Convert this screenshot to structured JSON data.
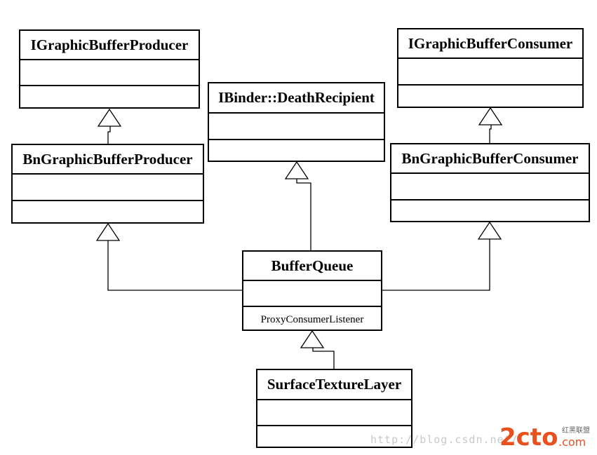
{
  "classes": {
    "igraphic_buffer_producer": {
      "name": "IGraphicBufferProducer"
    },
    "bn_graphic_buffer_producer": {
      "name": "BnGraphicBufferProducer"
    },
    "ibinder_death_recipient": {
      "name": "IBinder::DeathRecipient"
    },
    "igraphic_buffer_consumer": {
      "name": "IGraphicBufferConsumer"
    },
    "bn_graphic_buffer_consumer": {
      "name": "BnGraphicBufferConsumer"
    },
    "buffer_queue": {
      "name": "BufferQueue",
      "inner_member": "ProxyConsumerListener"
    },
    "surface_texture_layer": {
      "name": "SurfaceTextureLayer"
    }
  },
  "watermark": {
    "url": "http://blog.csdn.net/",
    "logo_text": "2cto",
    "logo_suffix": ".com",
    "logo_cn": "红黑联盟",
    "logo_color": "#e8501e"
  }
}
